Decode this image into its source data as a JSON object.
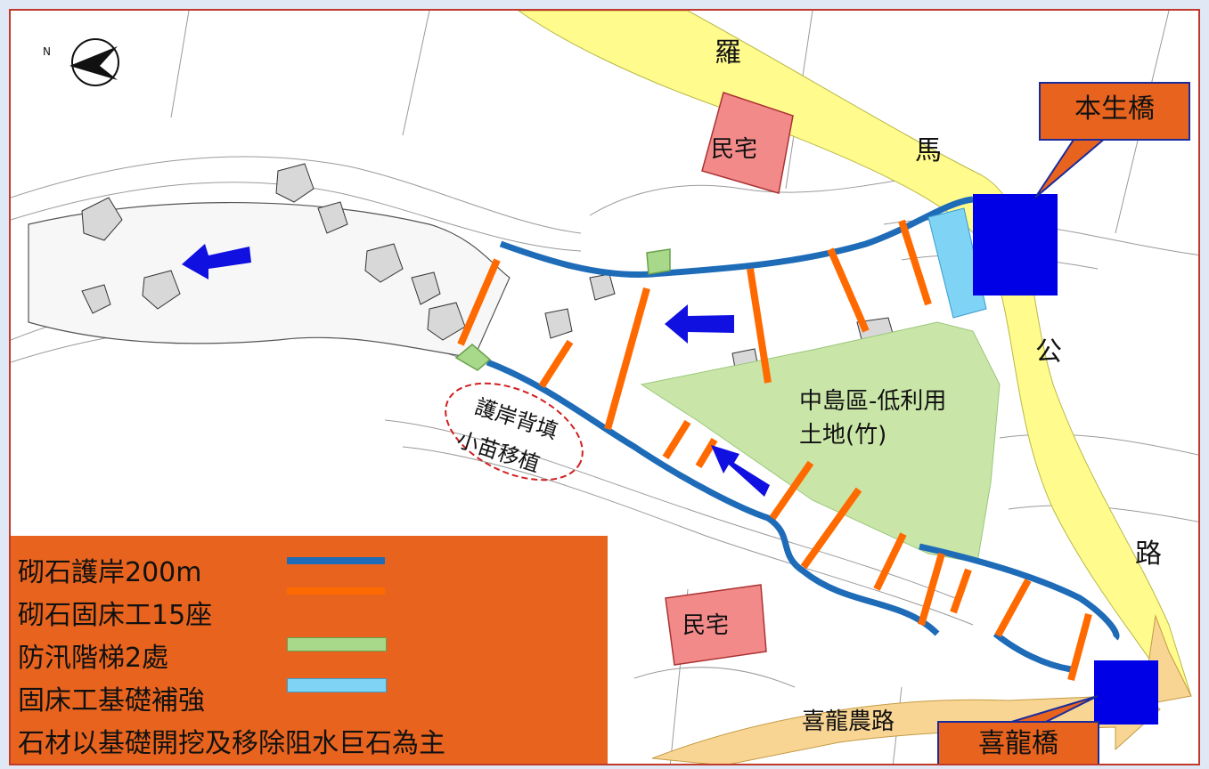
{
  "road": {
    "chars": [
      "羅",
      "馬",
      "公",
      "路"
    ]
  },
  "bridges": {
    "north": "本生橋",
    "south": "喜龍橋"
  },
  "farm_road": "喜龍農路",
  "houses": [
    "民宅",
    "民宅"
  ],
  "island": {
    "line1": "中島區-低利用",
    "line2": "土地(竹)"
  },
  "planting": {
    "line1": "護岸背填",
    "line2": "小苗移植"
  },
  "legend": [
    {
      "label": "砌石護岸200m",
      "color": "#1e6bb8"
    },
    {
      "label": "砌石固床工15座",
      "color": "#ff6a00"
    },
    {
      "label": "防汛階梯2處",
      "color": "#a8d98a"
    },
    {
      "label": "固床工基礎補強",
      "color": "#7fd3f5"
    },
    {
      "label": "石材以基礎開挖及移除阻水巨石為主",
      "color": ""
    }
  ],
  "colors": {
    "road": "#fffb8c",
    "callout": "#e8641e",
    "bridge": "#0000e6",
    "arrow": "#1010e0",
    "house": "#f38a8a",
    "island": "#c9e6a8"
  }
}
